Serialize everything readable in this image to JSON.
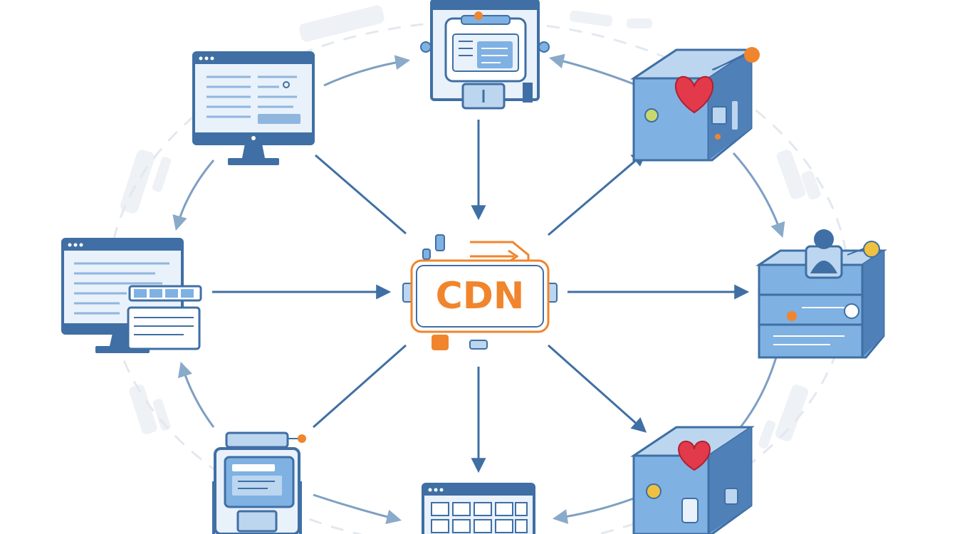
{
  "diagram": {
    "center": {
      "label": "CDN"
    },
    "nodes": [
      {
        "id": "browser-top-left",
        "icon": "monitor-icon"
      },
      {
        "id": "server-top",
        "icon": "server-icon"
      },
      {
        "id": "cube-top-right",
        "icon": "heart-box-icon"
      },
      {
        "id": "monitor-left",
        "icon": "monitor-with-window-icon"
      },
      {
        "id": "user-server-right",
        "icon": "user-server-icon"
      },
      {
        "id": "robot-bottom-left",
        "icon": "server-robot-icon"
      },
      {
        "id": "grid-bottom",
        "icon": "calendar-grid-icon"
      },
      {
        "id": "cube-bottom-right",
        "icon": "heart-box-icon"
      }
    ],
    "colors": {
      "accent": "#f0852d",
      "blue": "#3f6fa4",
      "light_blue": "#bcd6f0",
      "mid_blue": "#7fb1e3",
      "heart": "#e23a4a"
    }
  }
}
